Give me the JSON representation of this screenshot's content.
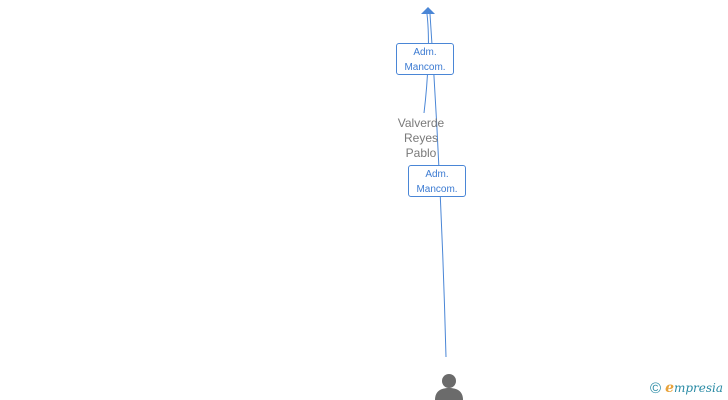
{
  "roles": [
    {
      "line1": "Adm.",
      "line2": "Mancom."
    },
    {
      "line1": "Adm.",
      "line2": "Mancom."
    }
  ],
  "person": {
    "name_lines": [
      "Valverde",
      "Reyes",
      "Pablo"
    ]
  },
  "branding": {
    "copyright": "©",
    "logo_initial": "e",
    "logo_rest": "mpresia"
  },
  "colors": {
    "edge": "#4a86d6",
    "role_text": "#3c7bd2",
    "name_text": "#7a7a7a",
    "person_icon": "#6b6b6b",
    "brand": "#2a8ba5",
    "brand_accent": "#e8a23a"
  }
}
